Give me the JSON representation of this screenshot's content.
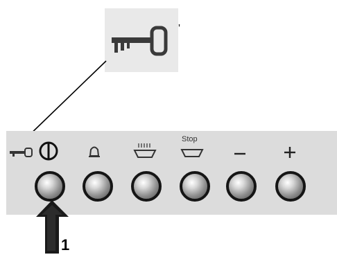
{
  "panel": {
    "stop_label": "Stop",
    "symbols": [
      "key-icon",
      "power-icon",
      "bell-icon",
      "heating-icon",
      "stop-icon",
      "minus-icon",
      "plus-icon"
    ],
    "button_count": 6
  },
  "callout": {
    "number": "1"
  },
  "inset": {
    "mark": "'"
  }
}
